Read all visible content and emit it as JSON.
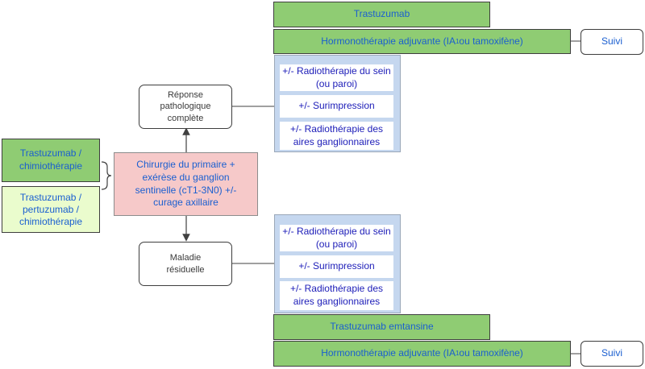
{
  "left": {
    "tch": "Trastuzumab /\nchimiothérapie",
    "tpch": "Trastuzumab /\npertuzumab /\nchimiothérapie"
  },
  "surgery": "Chirurgie du primaire +\nexérèse du ganglion\nsentinelle (cT1-3N0) +/-\ncurage axillaire",
  "pcr": "Réponse\npathologique\ncomplète",
  "residual": "Maladie\nrésiduelle",
  "top": {
    "therapy": "Trastuzumab",
    "hormone_a": "Hormonothérapie adjuvante (IA",
    "hormone_sup": "1",
    "hormone_b": " ou tamoxifène)",
    "suivi": "Suivi",
    "radio_breast": "+/- Radiothérapie du sein\n(ou paroi)",
    "boost": "+/- Surimpression",
    "radio_nodes": "+/- Radiothérapie des\naires ganglionnaires"
  },
  "bottom": {
    "therapy": "Trastuzumab emtansine",
    "hormone_a": "Hormonothérapie adjuvante (IA",
    "hormone_sup": "1",
    "hormone_b": " ou tamoxifène)",
    "suivi": "Suivi",
    "radio_breast": "+/- Radiothérapie du sein\n(ou paroi)",
    "boost": "+/- Surimpression",
    "radio_nodes": "+/- Radiothérapie des\naires ganglionnaires"
  },
  "colors": {
    "green": "#8fcc73",
    "light_green": "#eafccd",
    "pink": "#f6c9c9",
    "panel_blue": "#c5d7ef",
    "text_blue": "#1a5fd0",
    "text_navy": "#1c1cb8"
  }
}
